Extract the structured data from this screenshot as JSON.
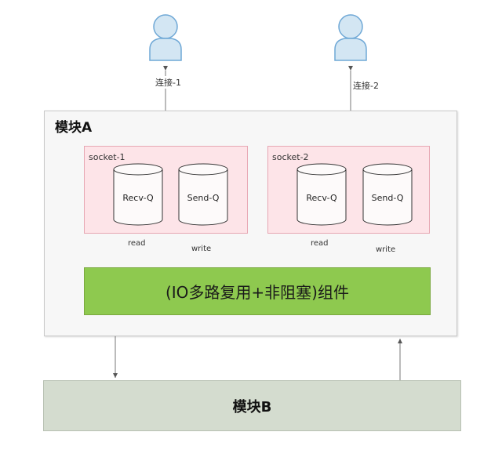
{
  "users": [
    {
      "id": "user-1",
      "connection_label": "连接-1"
    },
    {
      "id": "user-2",
      "connection_label": "连接-2"
    }
  ],
  "module_a": {
    "title": "模块A"
  },
  "sockets": [
    {
      "label": "socket-1",
      "recv": "Recv-Q",
      "send": "Send-Q",
      "read": "read",
      "write": "write"
    },
    {
      "label": "socket-2",
      "recv": "Recv-Q",
      "send": "Send-Q",
      "read": "read",
      "write": "write"
    }
  ],
  "io_component": {
    "label": "(IO多路复用+非阻塞)组件"
  },
  "module_b": {
    "title": "模块B"
  },
  "colors": {
    "socket_fill": "#fde4e8",
    "io_fill": "#8ec94f",
    "module_b_fill": "#d4dccf",
    "user_fill": "#d3e6f3"
  }
}
